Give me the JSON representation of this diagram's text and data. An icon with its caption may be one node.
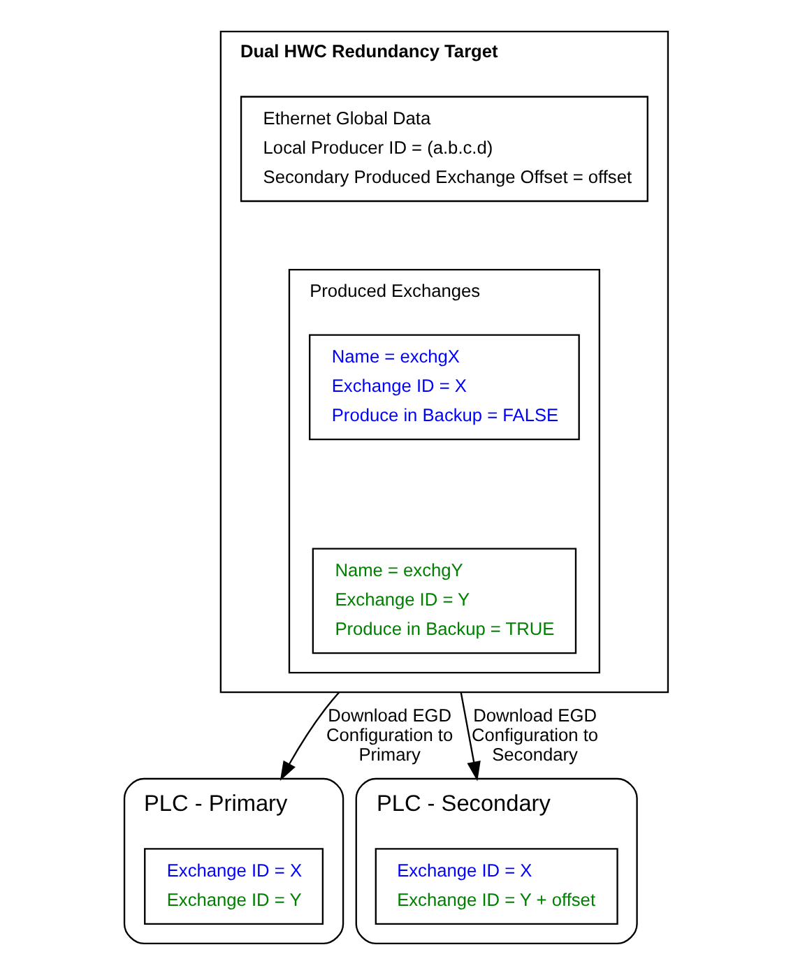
{
  "diagram": {
    "nodes": [
      {
        "text": [
          "Dual HWC Redundancy Target"
        ]
      },
      {
        "text": [
          "Ethernet Global Data",
          "Local Producer ID = (a.b.c.d)",
          "Secondary Produced Exchange Offset = offset"
        ],
        "in": 0
      },
      {
        "text": [
          "Produced Exchanges"
        ],
        "in": 0
      },
      {
        "text": [
          "Name = exchgX",
          "Exchange ID = X",
          "Produce in Backup = FALSE"
        ],
        "in": 2
      },
      {
        "text": [
          "Name = exchgY",
          "Exchange ID = Y",
          "Produce in Backup = TRUE"
        ],
        "in": 2
      },
      {
        "text": [
          "PLC - Primary"
        ]
      },
      {
        "text": [
          "Exchange ID = X",
          "Exchange ID = Y"
        ],
        "in": 5
      },
      {
        "text": [
          "PLC - Secondary"
        ]
      },
      {
        "text": [
          "Exchange ID = X",
          "Exchange ID = Y + offset"
        ],
        "in": 7
      }
    ],
    "edges": [
      {
        "from": 0,
        "to": 5,
        "arrow": "to",
        "label": "Download EGD Configuration to Primary"
      },
      {
        "from": 0,
        "to": 7,
        "arrow": "to",
        "label": "Download EGD Configuration to Secondary"
      }
    ]
  }
}
